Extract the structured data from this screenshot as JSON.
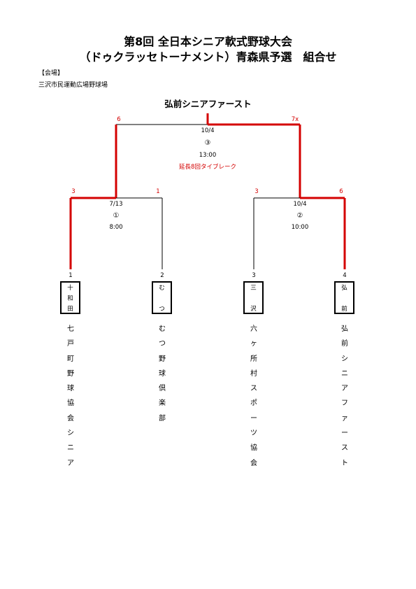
{
  "header": {
    "title_line1": "第8回 全日本シニア軟式野球大会",
    "title_line2": "（ドゥクラッセトーナメント）青森県予選　組合せ"
  },
  "venue": {
    "label": "【会場】",
    "name": "三沢市民運動広場野球場"
  },
  "champion": "弘前シニアファースト",
  "matches": {
    "final": {
      "date": "10/4",
      "number": "③",
      "time": "13:00",
      "note": "延長8回タイブレーク",
      "score_left": "6",
      "score_right": "7x"
    },
    "m1": {
      "date": "7/13",
      "number": "①",
      "time": "8:00",
      "score_left": "3",
      "score_right": "1"
    },
    "m2": {
      "date": "10/4",
      "number": "②",
      "time": "10:00",
      "score_left": "3",
      "score_right": "6"
    }
  },
  "teams": [
    {
      "seed": "1",
      "abbr": [
        "十",
        "和",
        "田"
      ],
      "name": [
        "七",
        "戸",
        "町",
        "野",
        "球",
        "協",
        "会",
        "シ",
        "ニ",
        "ア"
      ]
    },
    {
      "seed": "2",
      "abbr": [
        "む",
        "つ"
      ],
      "name": [
        "む",
        "つ",
        "野",
        "球",
        "倶",
        "楽",
        "部"
      ]
    },
    {
      "seed": "3",
      "abbr": [
        "三",
        "沢"
      ],
      "name": [
        "六",
        "ヶ",
        "所",
        "村",
        "ス",
        "ポ",
        "ー",
        "ツ",
        "協",
        "会"
      ]
    },
    {
      "seed": "4",
      "abbr": [
        "弘",
        "前"
      ],
      "name": [
        "弘",
        "前",
        "シ",
        "ニ",
        "ア",
        "フ",
        "ァ",
        "ー",
        "ス",
        "ト"
      ]
    }
  ],
  "colors": {
    "winner_line": "#d40000",
    "line": "#000000"
  }
}
